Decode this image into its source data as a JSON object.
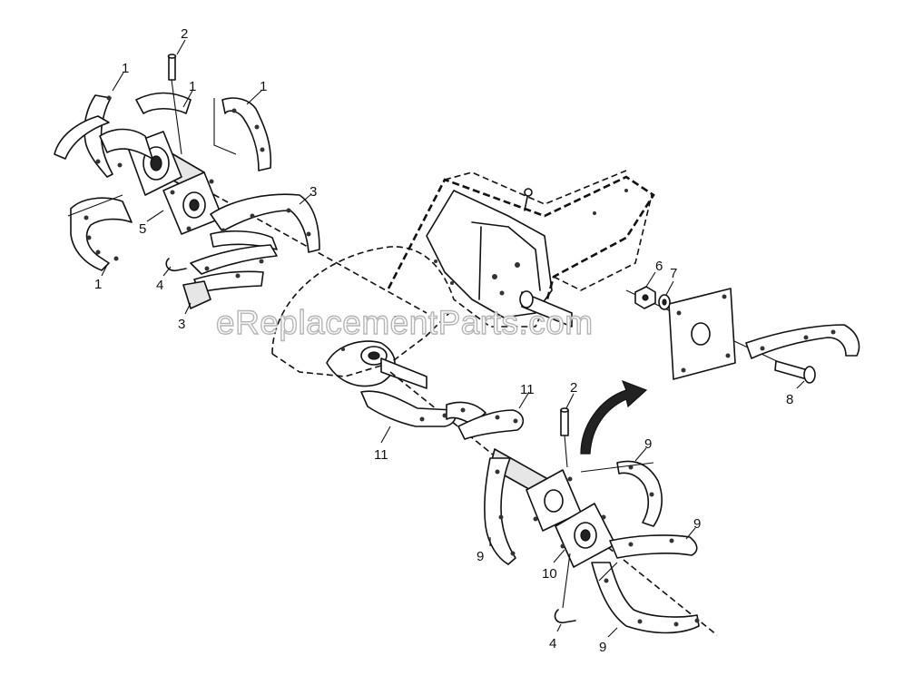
{
  "watermark": "eReplacementParts.com",
  "callouts": [
    {
      "id": "c-2a",
      "number": "2"
    },
    {
      "id": "c-1a",
      "number": "1"
    },
    {
      "id": "c-1b",
      "number": "1"
    },
    {
      "id": "c-1c",
      "number": "1"
    },
    {
      "id": "c-3a",
      "number": "3"
    },
    {
      "id": "c-5",
      "number": "5"
    },
    {
      "id": "c-1d",
      "number": "1"
    },
    {
      "id": "c-4a",
      "number": "4"
    },
    {
      "id": "c-3b",
      "number": "3"
    },
    {
      "id": "c-6",
      "number": "6"
    },
    {
      "id": "c-7",
      "number": "7"
    },
    {
      "id": "c-8",
      "number": "8"
    },
    {
      "id": "c-11a",
      "number": "11"
    },
    {
      "id": "c-2b",
      "number": "2"
    },
    {
      "id": "c-11b",
      "number": "11"
    },
    {
      "id": "c-9a",
      "number": "9"
    },
    {
      "id": "c-9b",
      "number": "9"
    },
    {
      "id": "c-9c",
      "number": "9"
    },
    {
      "id": "c-10",
      "number": "10"
    },
    {
      "id": "c-4b",
      "number": "4"
    },
    {
      "id": "c-9d",
      "number": "9"
    }
  ]
}
